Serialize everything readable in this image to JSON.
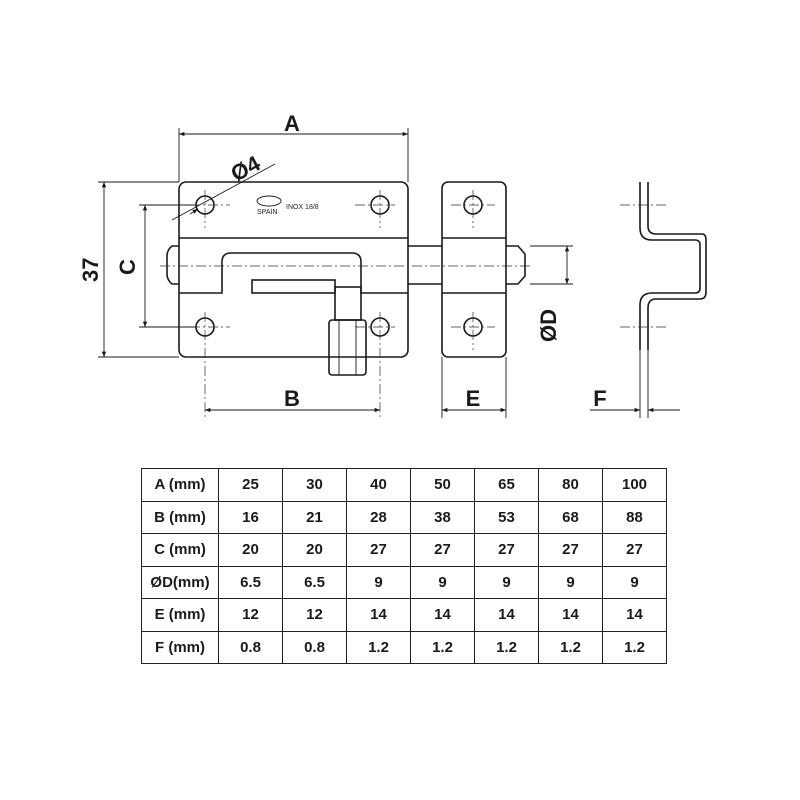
{
  "drawing": {
    "dimension_labels": {
      "A": "A",
      "B": "B",
      "C": "C",
      "D": "ØD",
      "E": "E",
      "F": "F",
      "hole": "Ø4",
      "height": "37"
    },
    "stamp": {
      "logo": "amig",
      "country": "SPAIN",
      "material": "INOX 18/8"
    }
  },
  "table": {
    "rows": [
      {
        "label": "A (mm)",
        "values": [
          "25",
          "30",
          "40",
          "50",
          "65",
          "80",
          "100"
        ]
      },
      {
        "label": "B (mm)",
        "values": [
          "16",
          "21",
          "28",
          "38",
          "53",
          "68",
          "88"
        ]
      },
      {
        "label": "C (mm)",
        "values": [
          "20",
          "20",
          "27",
          "27",
          "27",
          "27",
          "27"
        ]
      },
      {
        "label": "ØD(mm)",
        "values": [
          "6.5",
          "6.5",
          "9",
          "9",
          "9",
          "9",
          "9"
        ]
      },
      {
        "label": "E (mm)",
        "values": [
          "12",
          "12",
          "14",
          "14",
          "14",
          "14",
          "14"
        ]
      },
      {
        "label": "F (mm)",
        "values": [
          "0.8",
          "0.8",
          "1.2",
          "1.2",
          "1.2",
          "1.2",
          "1.2"
        ]
      }
    ]
  }
}
